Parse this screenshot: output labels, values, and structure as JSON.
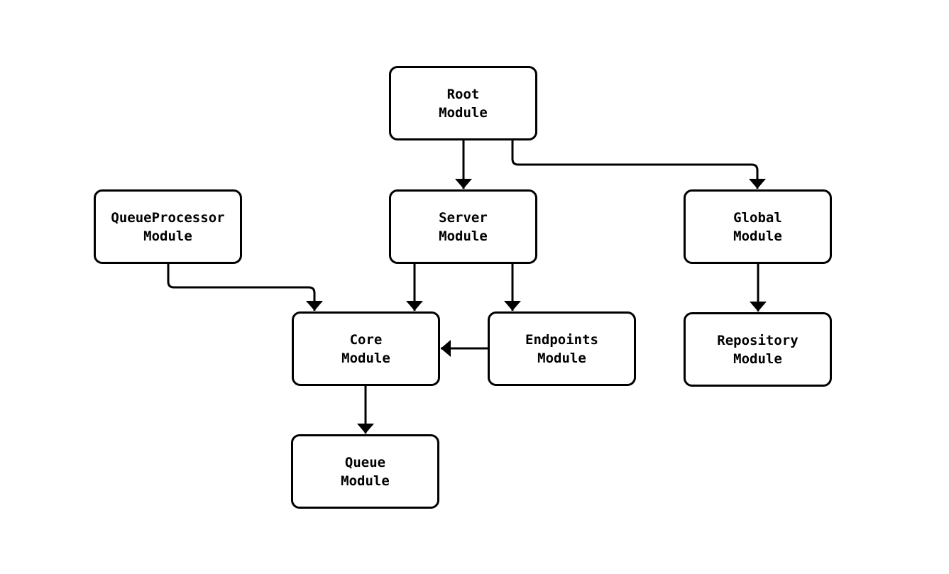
{
  "colors": {
    "background": "#ffffff",
    "node_fill": "#ffffff",
    "node_border": "#000000",
    "edge": "#000000",
    "text": "#000000"
  },
  "nodes": [
    {
      "id": "root",
      "lines": [
        "Root",
        "Module"
      ]
    },
    {
      "id": "queueprocessor",
      "lines": [
        "QueueProcessor",
        "Module"
      ]
    },
    {
      "id": "server",
      "lines": [
        "Server",
        "Module"
      ]
    },
    {
      "id": "global",
      "lines": [
        "Global",
        "Module"
      ]
    },
    {
      "id": "core",
      "lines": [
        "Core",
        "Module"
      ]
    },
    {
      "id": "endpoints",
      "lines": [
        "Endpoints",
        "Module"
      ]
    },
    {
      "id": "repository",
      "lines": [
        "Repository",
        "Module"
      ]
    },
    {
      "id": "queue",
      "lines": [
        "Queue",
        "Module"
      ]
    }
  ],
  "edges": [
    {
      "from": "root",
      "to": "server"
    },
    {
      "from": "root",
      "to": "global"
    },
    {
      "from": "queueprocessor",
      "to": "core"
    },
    {
      "from": "server",
      "to": "core"
    },
    {
      "from": "server",
      "to": "endpoints"
    },
    {
      "from": "endpoints",
      "to": "core"
    },
    {
      "from": "global",
      "to": "repository"
    },
    {
      "from": "core",
      "to": "queue"
    }
  ]
}
